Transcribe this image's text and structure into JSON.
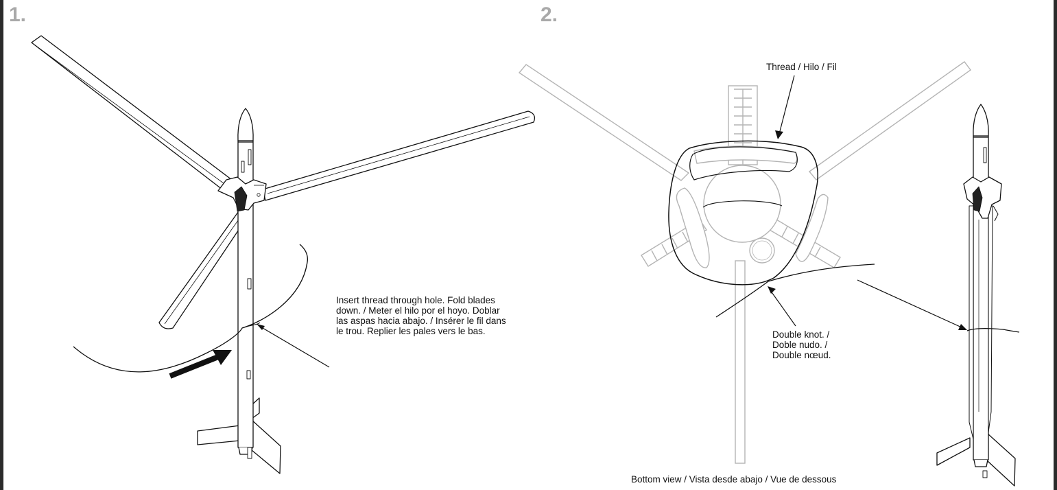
{
  "steps": {
    "one": "1.",
    "two": "2."
  },
  "labels": {
    "instruction": [
      "Insert thread through hole.  Fold blades",
      "down. / Meter el hilo por el hoyo. Doblar",
      "las aspas hacia abajo. / Insérer le fil dans",
      "le trou. Replier les pales vers le bas."
    ],
    "thread": "Thread / Hilo / Fil",
    "knot": [
      "Double knot. /",
      "Doble nudo. /",
      "Double nœud."
    ],
    "bottom_view": "Bottom view / Vista desde abajo / Vue de dessous"
  },
  "colors": {
    "line": "#111111",
    "faded": "#b4b4b4",
    "step_number": "#a9a9a9",
    "border": "#2b2b2b"
  }
}
